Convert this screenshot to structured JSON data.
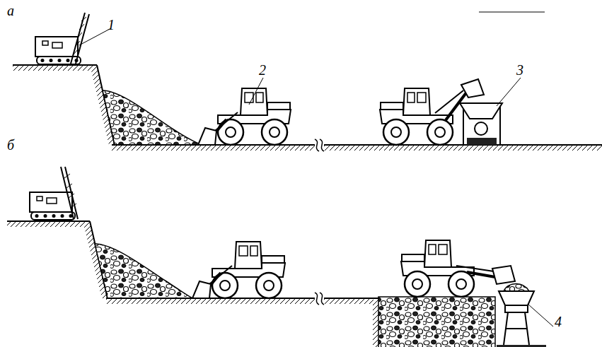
{
  "diagram": {
    "labels": [
      "а",
      "1",
      "2",
      "3",
      "б",
      "4"
    ]
  }
}
